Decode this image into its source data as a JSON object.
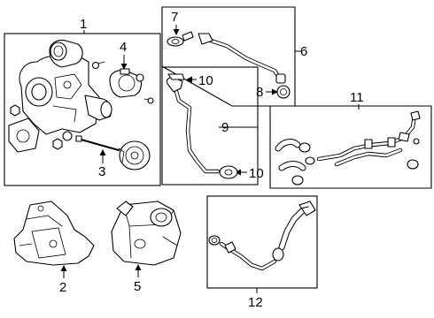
{
  "callouts": {
    "c1": "1",
    "c2": "2",
    "c3": "3",
    "c4": "4",
    "c5": "5",
    "c6": "6",
    "c7": "7",
    "c8": "8",
    "c9": "9",
    "c10a": "10",
    "c10b": "10",
    "c11": "11",
    "c12": "12"
  },
  "icons": [
    "turbocharger",
    "wastegate-actuator",
    "heat-shield",
    "actuator-motor",
    "oil-feed-line",
    "coolant-line",
    "gasket",
    "seal",
    "bracket",
    "hose-assembly",
    "clamp",
    "bolt"
  ]
}
